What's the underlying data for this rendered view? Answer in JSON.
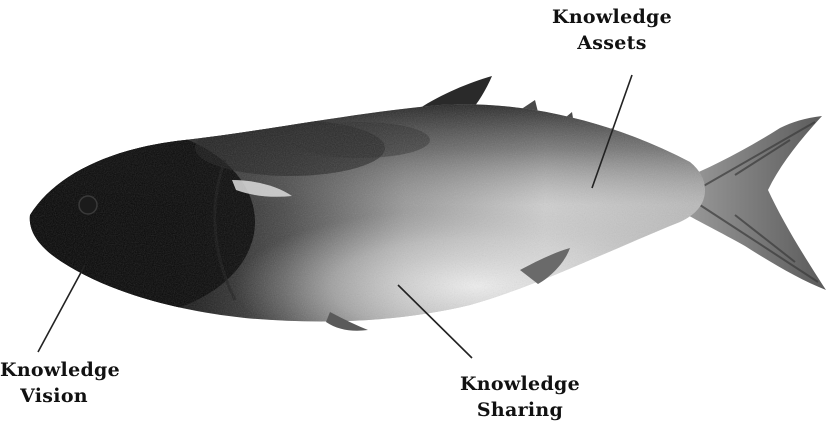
{
  "labels": {
    "assets": {
      "line1": "Knowledge",
      "line2": "Assets"
    },
    "vision": {
      "line1": "Knowledge",
      "line2": "Vision"
    },
    "sharing": {
      "line1": "Knowledge",
      "line2": "Sharing"
    }
  },
  "colors": {
    "background": "#ffffff",
    "fish_head": "#0a0a0a",
    "fish_belly": "#e8e8e8",
    "pointer": "#222222"
  },
  "icons": [
    "fish-illustration"
  ]
}
